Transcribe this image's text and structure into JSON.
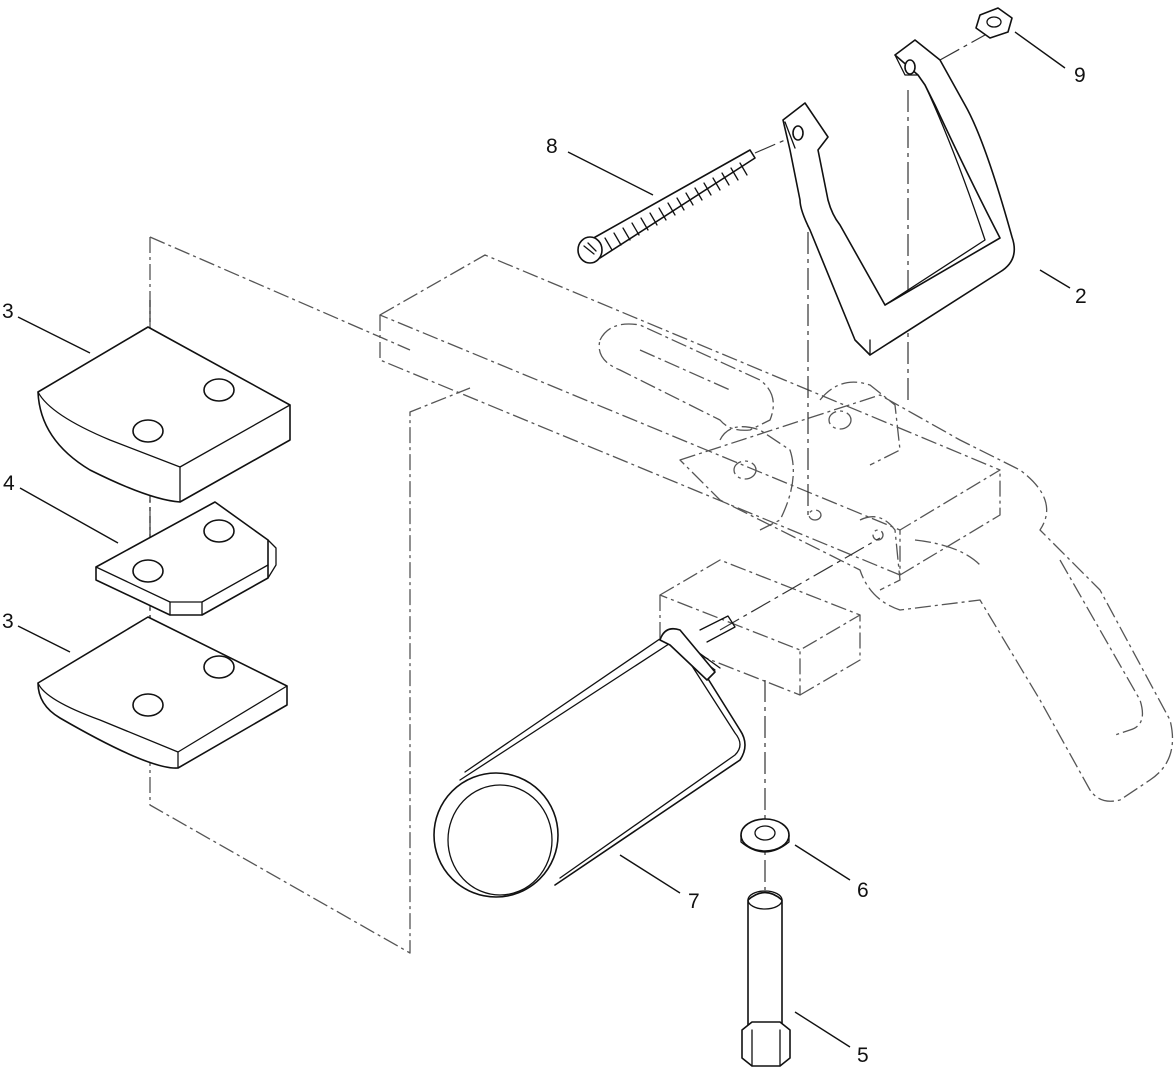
{
  "callouts": [
    {
      "id": "callout-2",
      "label": "2"
    },
    {
      "id": "callout-3a",
      "label": "3"
    },
    {
      "id": "callout-3b",
      "label": "3"
    },
    {
      "id": "callout-4",
      "label": "4"
    },
    {
      "id": "callout-5",
      "label": "5"
    },
    {
      "id": "callout-6",
      "label": "6"
    },
    {
      "id": "callout-7",
      "label": "7"
    },
    {
      "id": "callout-8",
      "label": "8"
    },
    {
      "id": "callout-9",
      "label": "9"
    }
  ]
}
